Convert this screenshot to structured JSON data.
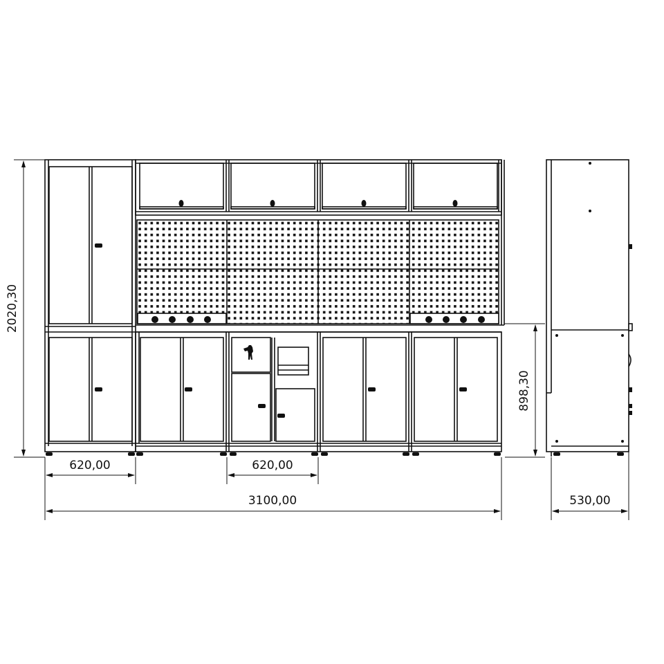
{
  "drawing": {
    "type": "technical-dimension-drawing",
    "subject": "workshop cabinet combination",
    "views": [
      "front-view",
      "side-view"
    ],
    "line_color": "#111111",
    "background": "#ffffff"
  },
  "dimensions": {
    "total_height": "2020,30",
    "bench_height": "898,30",
    "module_width_left": "620,00",
    "module_width_center": "620,00",
    "total_width": "3100,00",
    "depth": "530,00"
  },
  "front_view": {
    "modules": [
      {
        "name": "tall-cabinet",
        "doors": 2,
        "upper_doors": 2
      },
      {
        "name": "base-cabinet-1",
        "doors": 2,
        "wall_cabinet": true,
        "pegboard": true,
        "hooks": 4
      },
      {
        "name": "base-cabinet-tool",
        "doors": 2,
        "drawer_panel": true,
        "person_symbol": true,
        "wall_cabinet": true,
        "pegboard": true
      },
      {
        "name": "base-cabinet-3",
        "doors": 2,
        "wall_cabinet": true,
        "pegboard": true
      },
      {
        "name": "base-cabinet-4",
        "doors": 2,
        "wall_cabinet": true,
        "pegboard": true,
        "hooks": 4
      }
    ]
  }
}
